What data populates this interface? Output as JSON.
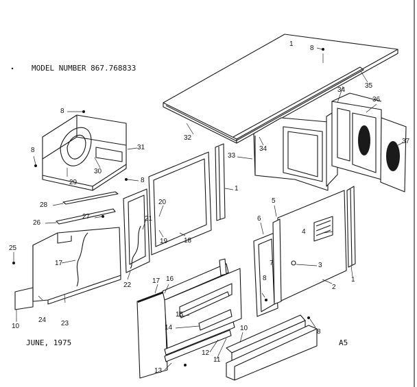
{
  "header": {
    "model_number": "MODEL NUMBER 867.768833"
  },
  "footer": {
    "date": "JUNE, 1975",
    "page_code": "A5"
  },
  "callouts": {
    "c1": "1",
    "c2": "2",
    "c3": "3",
    "c4": "4",
    "c5": "5",
    "c6": "6",
    "c7": "7",
    "c8": "8",
    "c10": "10",
    "c11": "11",
    "c12": "12",
    "c13": "13",
    "c14": "14",
    "c15": "15",
    "c16": "16",
    "c17": "17",
    "c18": "18",
    "c19": "19",
    "c20": "20",
    "c21": "21",
    "c22": "22",
    "c23": "23",
    "c24": "24",
    "c25": "25",
    "c26": "26",
    "c27": "27",
    "c28": "28",
    "c29": "29",
    "c30": "30",
    "c31": "31",
    "c32": "32",
    "c33": "33",
    "c34": "34",
    "c35": "35",
    "c36": "36",
    "c37": "37"
  }
}
